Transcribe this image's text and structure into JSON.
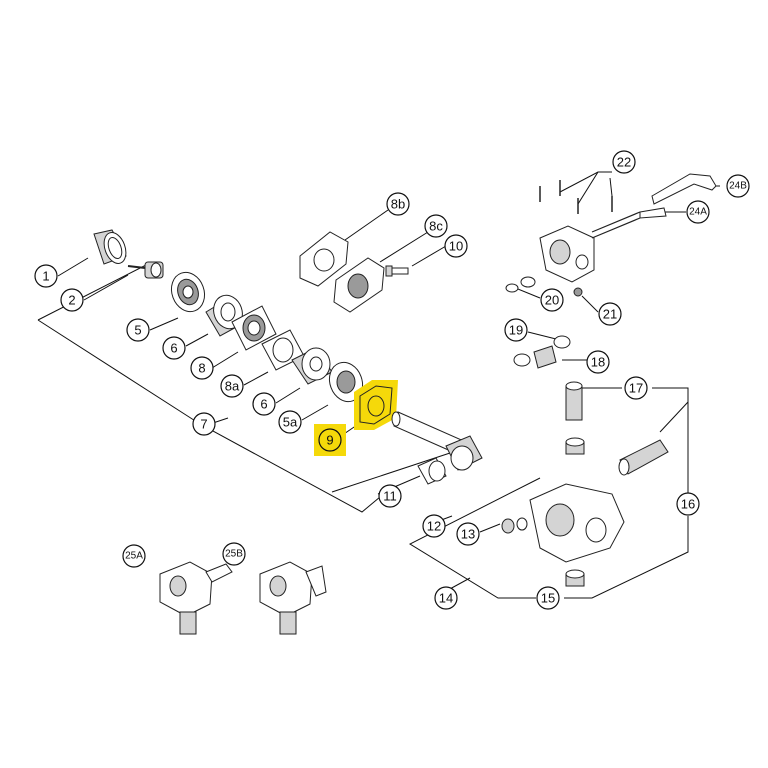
{
  "diagram": {
    "highlight_color": "#f5d90a",
    "callouts": [
      {
        "id": "c1",
        "text": "1"
      },
      {
        "id": "c2",
        "text": "2"
      },
      {
        "id": "c5",
        "text": "5"
      },
      {
        "id": "c6a",
        "text": "6"
      },
      {
        "id": "c8",
        "text": "8"
      },
      {
        "id": "c8a",
        "text": "8a"
      },
      {
        "id": "c6b",
        "text": "6"
      },
      {
        "id": "c5a",
        "text": "5a"
      },
      {
        "id": "c9",
        "text": "9"
      },
      {
        "id": "c7",
        "text": "7"
      },
      {
        "id": "c8b",
        "text": "8b"
      },
      {
        "id": "c8c",
        "text": "8c"
      },
      {
        "id": "c10",
        "text": "10"
      },
      {
        "id": "c11",
        "text": "11"
      },
      {
        "id": "c22",
        "text": "22"
      },
      {
        "id": "c24B",
        "text": "24B"
      },
      {
        "id": "c24A",
        "text": "24A"
      },
      {
        "id": "c20",
        "text": "20"
      },
      {
        "id": "c21",
        "text": "21"
      },
      {
        "id": "c19",
        "text": "19"
      },
      {
        "id": "c18",
        "text": "18"
      },
      {
        "id": "c17",
        "text": "17"
      },
      {
        "id": "c16",
        "text": "16"
      },
      {
        "id": "c12",
        "text": "12"
      },
      {
        "id": "c13",
        "text": "13"
      },
      {
        "id": "c14",
        "text": "14"
      },
      {
        "id": "c15",
        "text": "15"
      },
      {
        "id": "c25A",
        "text": "25A"
      },
      {
        "id": "c25B",
        "text": "25B"
      }
    ]
  }
}
